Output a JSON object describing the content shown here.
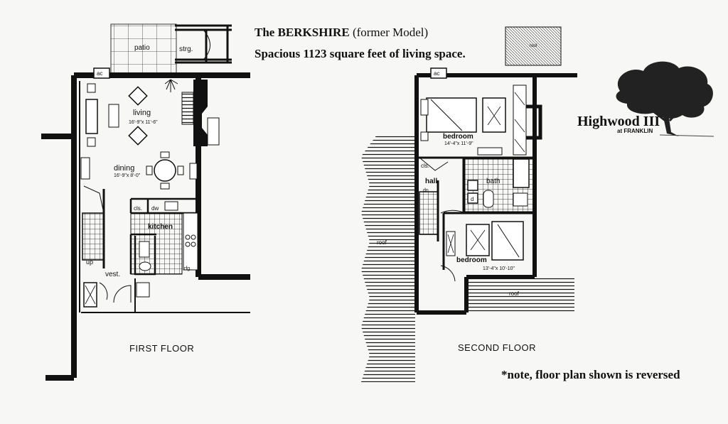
{
  "header": {
    "model_name": "The BERKSHIRE",
    "model_note": "(former Model)",
    "tagline": "Spacious 1123 square feet of living space."
  },
  "note": "*note, floor plan shown is reversed",
  "brand": {
    "name": "Highwood III",
    "sub": "at FRANKLIN"
  },
  "first_floor": {
    "label": "FIRST FLOOR",
    "rooms": {
      "patio": "patio",
      "storage": "strg.",
      "ac": "ac",
      "living": "living",
      "living_dim": "16'-9\"x 11'-6\"",
      "dining": "dining",
      "dining_dim": "16'-9\"x 8'-0\"",
      "closet": "cls.",
      "dishwasher": "dw",
      "kitchen": "kitchen",
      "refrigerator": "rfg.",
      "up": "up",
      "vestibule": "vest."
    }
  },
  "second_floor": {
    "label": "SECOND FLOOR",
    "rooms": {
      "ac": "ac",
      "roof_top": "roof",
      "bedroom1": "bedroom",
      "bedroom1_dim": "14'-4\"x 11'-9\"",
      "closet": "cls.",
      "hall": "hall",
      "bath": "bath",
      "dn": "dn",
      "d_mark": "d",
      "bedroom2": "bedroom",
      "bedroom2_dim": "13'-4\"x 10'-10\"",
      "roof_left": "roof",
      "roof_bottom": "roof"
    }
  },
  "colors": {
    "ink": "#111111",
    "paper": "#f7f7f5"
  }
}
